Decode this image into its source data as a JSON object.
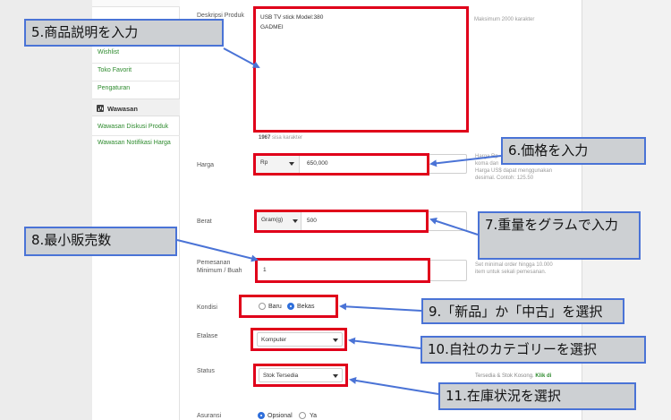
{
  "sidebar": {
    "items_top": [
      "Wishlist",
      "Toko Favorit",
      "Pengaturan"
    ],
    "section_title": "Wawasan",
    "section_items": [
      "Wawasan Diskusi Produk",
      "Wawasan Notifikasi Harga"
    ]
  },
  "form": {
    "deskripsi": {
      "label": "Deskripsi Produk",
      "value_line1": "USB TV stick Model:380",
      "value_line2": "GADMEI",
      "remaining_count": "1967",
      "remaining_suffix": "sisa karakter",
      "hint": "Maksimum 2000 karakter"
    },
    "harga": {
      "label": "Harga",
      "currency": "Rp",
      "value": "650,000",
      "help_lines": [
        "Harga Rp",
        "koma dan",
        "Harga US$ dapat menggunakan",
        "desimal. Contoh: 125.50"
      ]
    },
    "berat": {
      "label": "Berat",
      "unit": "Gram(g)",
      "value": "500"
    },
    "pemesanan": {
      "label_line1": "Pemesanan",
      "label_line2": "Minimum / Buah",
      "value": "1",
      "help_lines": [
        "Set minimal order hingga 10.000",
        "item untuk sekali pemesanan."
      ]
    },
    "kondisi": {
      "label": "Kondisi",
      "options": [
        "Baru",
        "Bekas"
      ],
      "selected": "Bekas"
    },
    "etalase": {
      "label": "Etalase",
      "selected": "Komputer"
    },
    "status": {
      "label": "Status",
      "selected": "Stok Tersedia",
      "help_line1": "Tersedia & Stok Kosong.",
      "help_link": "Klik di"
    },
    "asuransi": {
      "label": "Asuransi",
      "options": [
        "Opsional",
        "Ya"
      ],
      "selected": "Opsional"
    }
  },
  "callouts": {
    "c5": "5.商品説明を入力",
    "c6": "6.価格を入力",
    "c7": "7.重量をグラムで入力",
    "c8": "8.最小販売数",
    "c9": "9.「新品」か「中古」を選択",
    "c10": "10.自社のカテゴリーを選択",
    "c11": "11.在庫状況を選択"
  },
  "colors": {
    "highlight": "#e0001a",
    "callout_border": "#4a73d6",
    "callout_bg": "#cdd0d3",
    "link_green": "#2e8b2e",
    "radio_blue": "#2f6fdb"
  }
}
